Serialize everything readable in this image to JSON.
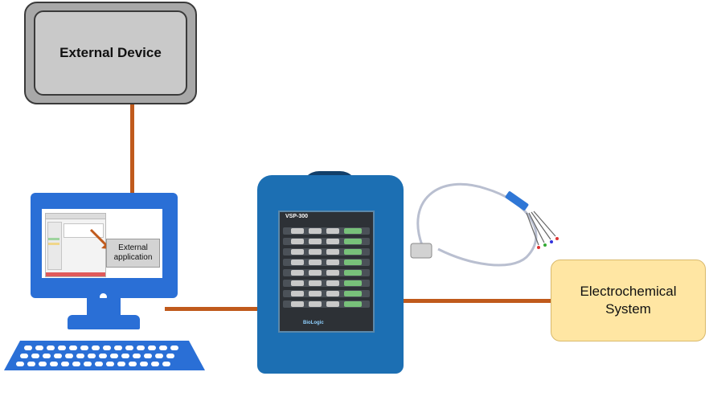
{
  "labels": {
    "external_device": "External Device",
    "external_application": "External\napplication",
    "electrochemical_system": "Electrochemical\nSystem",
    "instrument_model": "VSP-300",
    "instrument_brand": "BioLogic"
  },
  "colors": {
    "connection_line": "#c05a1c",
    "computer": "#2a6fd6",
    "instrument": "#1c6fb3",
    "external_device_fill": "#c9c9c9",
    "electrochemical_fill": "#ffe6a3"
  },
  "icons": {
    "computer": "desktop-computer-icon",
    "instrument": "potentiostat-image",
    "cable": "sensor-cable-image"
  }
}
